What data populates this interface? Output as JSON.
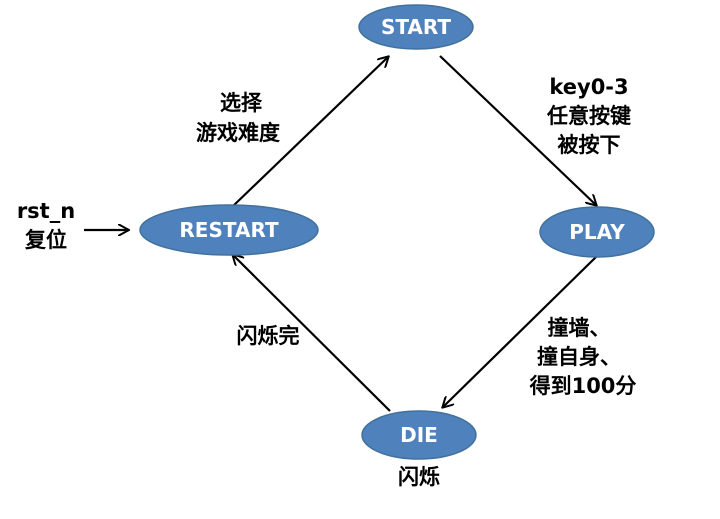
{
  "colors": {
    "state_fill": "#4f81bd",
    "state_stroke": "#41719c",
    "state_text": "#ffffff",
    "arrow": "#000000"
  },
  "states": {
    "start": "START",
    "play": "PLAY",
    "die": "DIE",
    "restart": "RESTART"
  },
  "transitions": {
    "start_to_play": [
      "key0-3",
      "任意按键",
      "被按下"
    ],
    "play_to_die": [
      "撞墙、",
      "撞自身、",
      "得到100分"
    ],
    "die_to_restart": [
      "闪烁完"
    ],
    "restart_to_start": [
      "选择",
      "游戏难度"
    ]
  },
  "die_action": "闪烁",
  "reset": [
    "rst_n",
    "复位"
  ]
}
